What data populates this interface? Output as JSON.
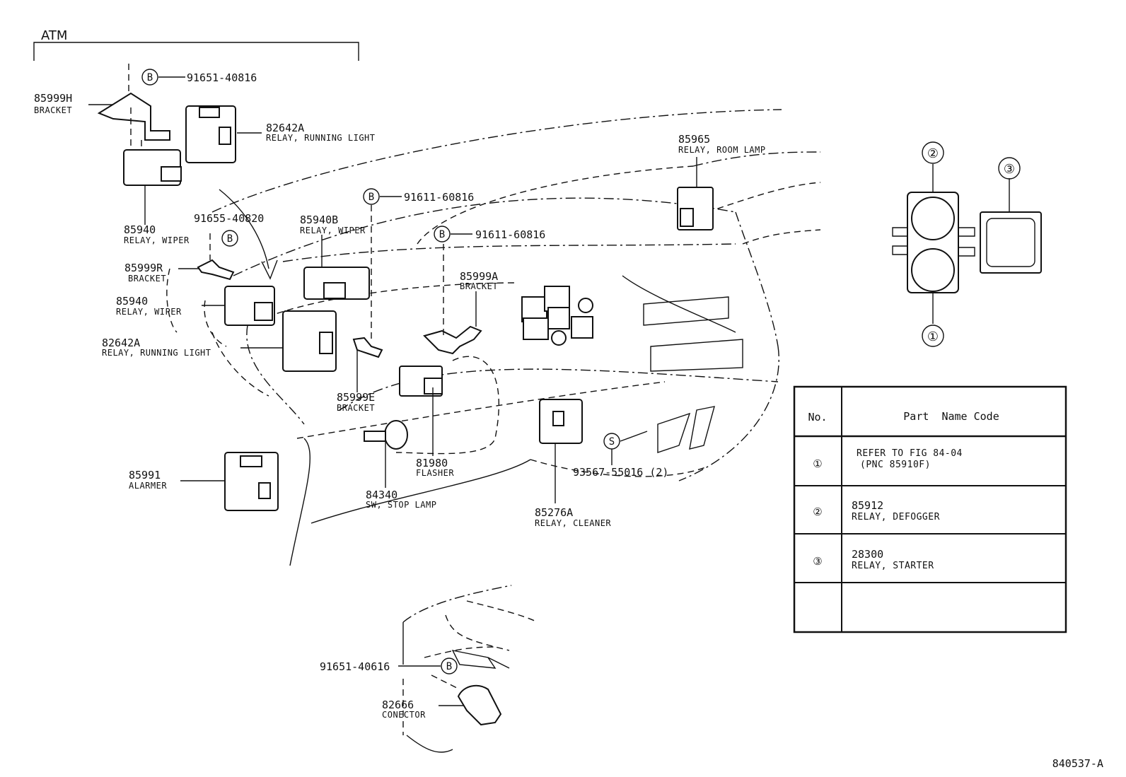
{
  "group": {
    "label": "ATM"
  },
  "callouts": [
    {
      "id": "85999H",
      "number": "85999H",
      "name": "BRACKET"
    },
    {
      "id": "82642A-top",
      "number": "82642A",
      "name": "RELAY, RUNNING LIGHT"
    },
    {
      "id": "85940-top",
      "number": "85940",
      "name": "RELAY, WIPER"
    },
    {
      "id": "85999R",
      "number": "85999R",
      "name": "BRACKET"
    },
    {
      "id": "85940-mid",
      "number": "85940",
      "name": "RELAY, WIPER"
    },
    {
      "id": "82642A-mid",
      "number": "82642A",
      "name": "RELAY, RUNNING LIGHT"
    },
    {
      "id": "85940B",
      "number": "85940B",
      "name": "RELAY, WIPER"
    },
    {
      "id": "85999E",
      "number": "85999E",
      "name": "BRACKET"
    },
    {
      "id": "85999A",
      "number": "85999A",
      "name": "BRACKET"
    },
    {
      "id": "85965",
      "number": "85965",
      "name": "RELAY, ROOM LAMP"
    },
    {
      "id": "85991",
      "number": "85991",
      "name": "ALARMER"
    },
    {
      "id": "81980",
      "number": "81980",
      "name": "FLASHER"
    },
    {
      "id": "84340",
      "number": "84340",
      "name": "SW, STOP LAMP"
    },
    {
      "id": "85276A",
      "number": "85276A",
      "name": "RELAY, CLEANER"
    },
    {
      "id": "82666",
      "number": "82666",
      "name": "CONECTOR"
    }
  ],
  "fasteners": [
    {
      "id": "f1",
      "marker": "B",
      "number": "91651-40816"
    },
    {
      "id": "f2",
      "marker": "B",
      "number": "91611-60816"
    },
    {
      "id": "f3",
      "marker": "B",
      "number": "91611-60816"
    },
    {
      "id": "f4",
      "marker": "B",
      "number": "91655-40820"
    },
    {
      "id": "f5",
      "marker": "S",
      "number": "93567-55016 (2)"
    },
    {
      "id": "f6",
      "marker": "B",
      "number": "91651-40616"
    }
  ],
  "inset": {
    "markers": [
      "②",
      "③",
      "①"
    ]
  },
  "table": {
    "headers": [
      "No.",
      "Part  Name Code"
    ],
    "rows": [
      {
        "no": "①",
        "line1": "REFER TO FIG 84-04",
        "line2": "(PNC 85910F)"
      },
      {
        "no": "②",
        "line1": "85912",
        "line2": "RELAY, DEFOGGER"
      },
      {
        "no": "③",
        "line1": "28300",
        "line2": "RELAY, STARTER"
      },
      {
        "no": "",
        "line1": "",
        "line2": ""
      }
    ]
  },
  "figure_id": "840537-A"
}
